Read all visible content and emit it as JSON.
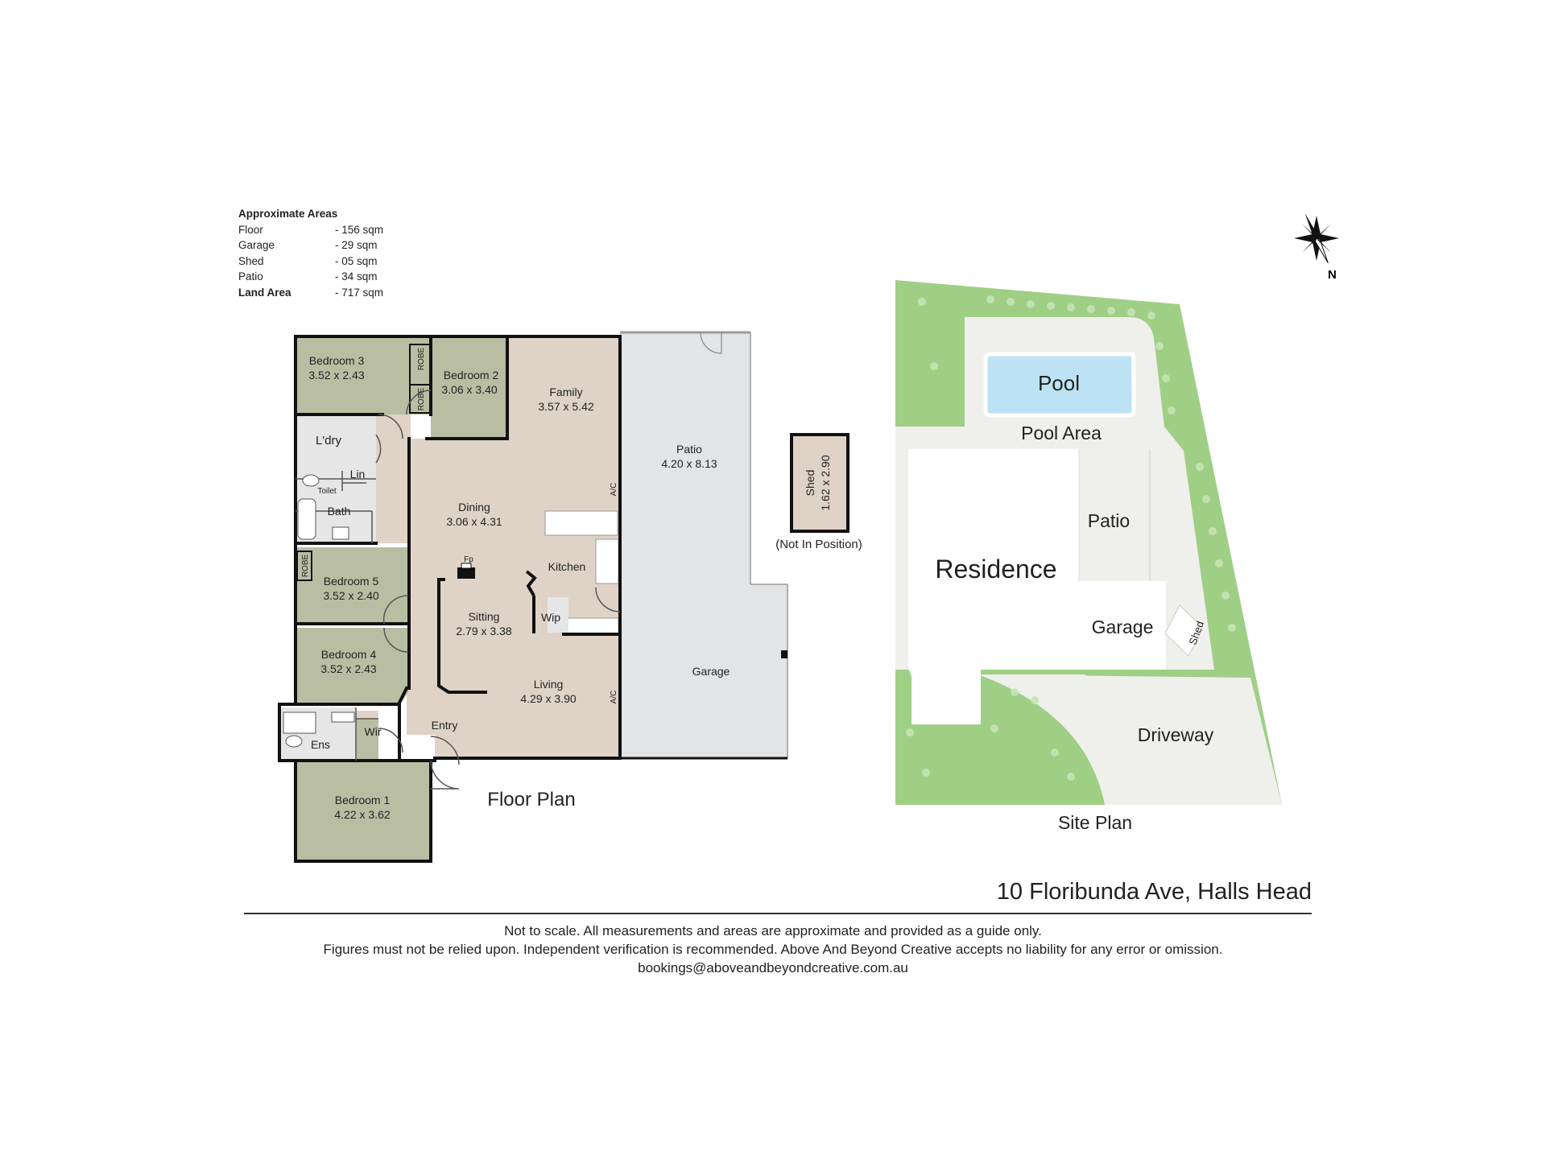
{
  "areas": {
    "title": "Approximate Areas",
    "rows": [
      {
        "label": "Floor",
        "value": "- 156 sqm",
        "bold": false
      },
      {
        "label": "Garage",
        "value": "- 29 sqm",
        "bold": false
      },
      {
        "label": "Shed",
        "value": "- 05 sqm",
        "bold": false
      },
      {
        "label": "Patio",
        "value": "- 34 sqm",
        "bold": false
      },
      {
        "label": "Land Area",
        "value": "- 717 sqm",
        "bold": true
      }
    ]
  },
  "compass": {
    "north": "N"
  },
  "floor_plan": {
    "title": "Floor Plan",
    "colors": {
      "bedroom": "#b9bea3",
      "living": "#dfd3c7",
      "outdoor": "#e3e4e5",
      "wet": "#e6e6e6",
      "wall": "#111111"
    },
    "rooms": {
      "bedroom3": {
        "name": "Bedroom 3",
        "dims": "3.52 x 2.43"
      },
      "bedroom2": {
        "name": "Bedroom 2",
        "dims": "3.06 x 3.40"
      },
      "robe_a": "ROBE",
      "robe_b": "ROBE",
      "robe_c": "ROBE",
      "family": {
        "name": "Family",
        "dims": "3.57 x 5.42"
      },
      "patio": {
        "name": "Patio",
        "dims": "4.20 x 8.13"
      },
      "laundry": "L'dry",
      "linen": "Lin",
      "toilet": "Toilet",
      "bath": "Bath",
      "dining": {
        "name": "Dining",
        "dims": "3.06 x 4.31"
      },
      "kitchen": "Kitchen",
      "fireplace": "Fp",
      "bedroom5": {
        "name": "Bedroom 5",
        "dims": "3.52 x 2.40"
      },
      "sitting": {
        "name": "Sitting",
        "dims": "2.79 x 3.38"
      },
      "wip": "Wip",
      "bedroom4": {
        "name": "Bedroom 4",
        "dims": "3.52 x 2.43"
      },
      "living": {
        "name": "Living",
        "dims": "4.29 x 3.90"
      },
      "garage": "Garage",
      "ac_a": "A/C",
      "ac_b": "A/C",
      "ensuite": "Ens",
      "wir": "Wir",
      "entry": "Entry",
      "bedroom1": {
        "name": "Bedroom 1",
        "dims": "4.22 x 3.62"
      }
    }
  },
  "shed": {
    "name": "Shed",
    "dims": "1.62 x 2.90",
    "note": "(Not In Position)"
  },
  "site_plan": {
    "title": "Site Plan",
    "colors": {
      "lawn": "#9fcf84",
      "paving": "#efefec",
      "pool": "#bde2f4"
    },
    "labels": {
      "pool": "Pool",
      "pool_area": "Pool Area",
      "residence": "Residence",
      "patio": "Patio",
      "garage": "Garage",
      "shed": "Shed",
      "driveway": "Driveway"
    }
  },
  "address": "10 Floribunda Ave, Halls Head",
  "disclaimer": [
    "Not to scale. All measurements and areas are approximate and provided as a guide only.",
    "Figures must not be relied upon. Independent verification is recommended. Above And Beyond Creative accepts no liability for any error or omission.",
    "bookings@aboveandbeyondcreative.com.au"
  ]
}
